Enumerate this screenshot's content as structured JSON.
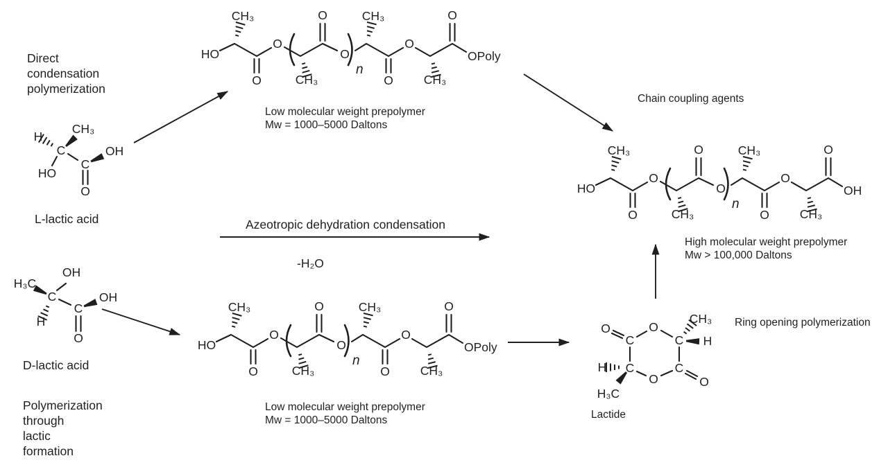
{
  "figure": {
    "description": "Reaction scheme for synthesis of polylactic acid from L- and D-lactic acid"
  },
  "colors": {
    "ink": "#1f1f1f",
    "background": "#ffffff"
  },
  "sym": {
    "ho": "HO",
    "oh": "OH",
    "o": "O",
    "c": "C",
    "h": "H",
    "ch3": "CH₃",
    "h3c": "H₃C",
    "n": "n",
    "opoly": "OPoly"
  },
  "terminals": {
    "top": "OPoly",
    "bottom": "OPoly",
    "high": "OH"
  },
  "labels": {
    "direct": [
      "Direct",
      "condensation",
      "polymerization"
    ],
    "l_lactic_acid": "L-lactic acid",
    "d_lactic_acid": "D-lactic acid",
    "poly_through": [
      "Polymerization",
      "through",
      "lactic",
      "formation"
    ],
    "azeotropic": "Azeotropic dehydration condensation",
    "minus_h2o": "-H₂O",
    "low_mw": [
      "Low molecular weight prepolymer",
      "Mw = 1000–5000 Daltons"
    ],
    "high_mw": [
      "High molecular weight prepolymer",
      "Mw > 100,000 Daltons"
    ],
    "chain_coupling": "Chain coupling agents",
    "ring_opening": "Ring opening polymerization",
    "lactide": "Lactide"
  }
}
